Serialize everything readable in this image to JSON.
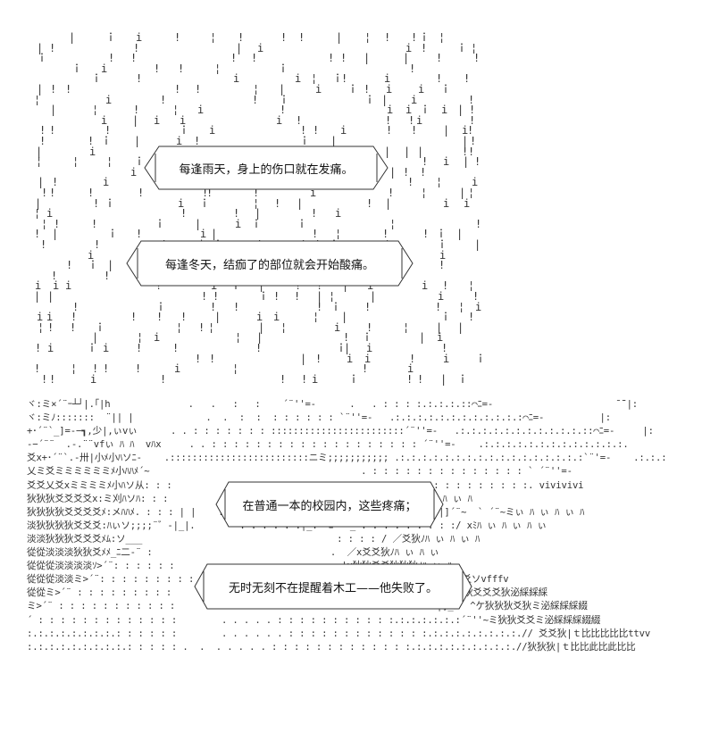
{
  "captions": [
    "每逢雨天，身上的伤口就在发痛。",
    "每逢冬天，结痂了的部位就会开始酸痛。",
    "在普通一本的校园内，这些疼痛；",
    "无时无刻不在提醒着木工——他失败了。"
  ],
  "ground_art": [
    "ヾ:ミ×´¨ｰ┴┘|.｢|h              .   .   :   :    ´¨''=‐      .   . : : : :.:.:.:.::⌒ﾆ=-                      ̄ ̄¨|:",
    "ヾ:ミﾉ:::::::  ¨|| |             .  .  :  :  : : : : : : `¨''=-   .:.:.:.:.:.:.:.:.:.:.:.:⌒ﾆ=-          |:",
    "+･´¨`_]=-−┓,少|,ぃvぃ      . . : : : : : : : ::::::::::::::::::::::::´¨''=‐   .:.:.:.:.:.:.:.:.:.:.:.::⌒ﾆ=-     |:",
    "-−´¨¨  .-.¨¨vfぃ ﾊ ﾊ  vﾊx     . . : : : : : : : : : : : : : : : : : : : ´¨''=‐    .:.:.:.:.:.:.:.:.:.:.:.:.:.",
    "爻x+･´¨`.-卅|小ﾒ小ﾊソﾆ-    .:::::::::::::::::::::::::ニミ;;;;;;;;;;; .:.:.:.:.:.:.:.:.:.:.:.:.:.:.:.:.:`¨'=‐    .:.:.:",
    "乂ミ爻ミミミミミミﾒ小ﾊﾊﾒ´~                                      . : : : : : : : : : : : : : : ` ´¨''=‐",
    "爻爻乂爻xミミミミﾒ小ﾊソ从: : :                                     : : : : : : : : : : : : : :. vivivivi",
    "狄狄狄爻爻爻爻x:ミ刈ﾊソﾊ: : :                        ｢|`¨~   ` . . : : .rfﾊ ぃ ﾊ ぃ ﾊ",
    "狄狄狄狄爻爻爻爻ﾒ:メﾊﾊﾒ. : : : | |    . . . . . : : : : ｢ﾆ- . . : . : : : : : |]´¨~  ` ´¨~ミぃ ﾊ ぃ ﾊ ぃ ﾊ",
    "淡狄狄狄狄爻爻爻:ﾊぃソ;;;;¨゛-|_|.        : : : : : :|_.´~ﾆ=- _ : : : : : : : : :/ xﾐﾊ ぃ ﾊ ぃ ﾊ ぃ",
    "淡淡狄狄狄爻爻爻ﾒﾑ:ソ___                                   : : : : / ／爻狄ﾉﾊ ぃ ﾊ ぃ ﾊ",
    "從從淡淡淡狄狄爻ﾒﾒ_ﾆ二-¨ :                                .  ／x爻爻狄ﾉﾊ ぃ ﾊ ぃ",
    "從從從淡淡淡淡ｿ>´¨: : : : : :                              |x狄狄爻爻狄狄狄ﾉﾊ ぃ ﾊ",
    "從從從淡淡ミ>´¨: : : : : : : : :       . . : :  ┗−┻¨:-|:|_:|¨¨ | ｢|    |狄爻爻爻爻爻ソvfffv",
    "從從ミ>´¨ : : : : : : : : :         . . . . : : : : : :.:.:.´¨~ﾆ|:|_|   |ii   狄狄爻爻爻狄泌綵綵綵",
    "ミ>´¨ : : : : : : : : : : :      . . . . . : : : : : : : : :.:.:.:.:´¨''~ |]_   ^ケ狄狄狄爻狄ミ泌綵綵綵綴",
    "´ : : : : : : : : : : : : :        . . . . . : : : : : : : : : : :.:.:.:.:.:.:´¨''~ミ狄狄爻爻ミ泌綵綵綵綴綴",
    ":.:.:.:.:.:.:.:.: : : : : :        . . . . . . : : : : : : : : : : : : :.:.:.:.:.:.:.:.:.// 爻爻狄|ｔ比比比比比ttvv",
    ":.:.:.:.:.:.:.:.:.: : : : : .  .  . . . . . : : : : : : : : : : : : :.:.:.:.:.:.:.:.:.:.//狄狄狄|ｔ比比此比此比比"
  ]
}
